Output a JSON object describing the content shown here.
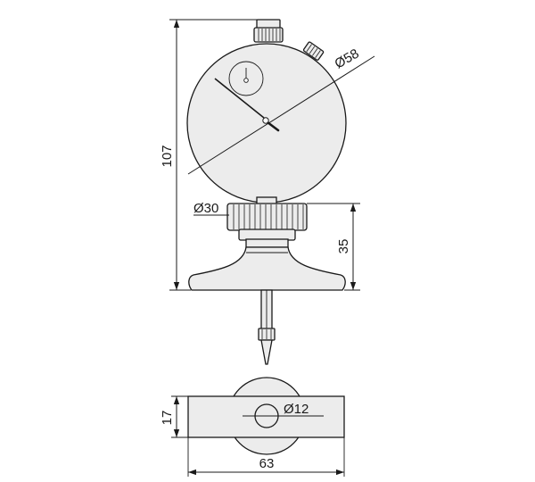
{
  "drawing": {
    "dimensions": {
      "overall_height": "107",
      "dial_diameter": "Ø58",
      "collar_diameter": "Ø30",
      "base_height": "35",
      "base_thickness": "17",
      "stem_diameter": "Ø12",
      "base_length": "63"
    }
  }
}
